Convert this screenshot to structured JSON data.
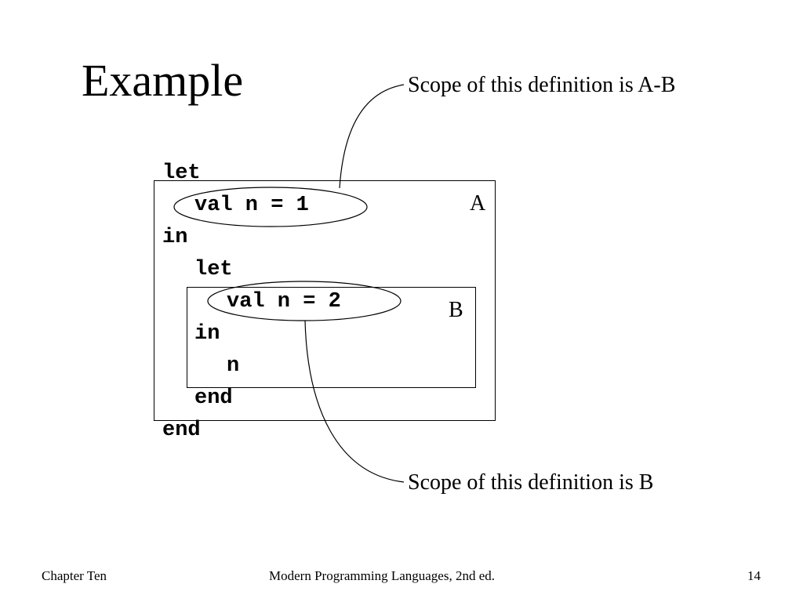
{
  "slide": {
    "title": "Example",
    "callout_top": "Scope of this definition is A-B",
    "callout_bottom": "Scope of this definition is B",
    "box_a_label": "A",
    "box_b_label": "B",
    "code_lines": [
      "let",
      "val n = 1",
      "in",
      "let",
      "val n = 2",
      "in",
      "n",
      "end",
      "end"
    ]
  },
  "footer": {
    "left": "Chapter Ten",
    "center": "Modern Programming Languages, 2nd ed.",
    "page_number": "14"
  }
}
